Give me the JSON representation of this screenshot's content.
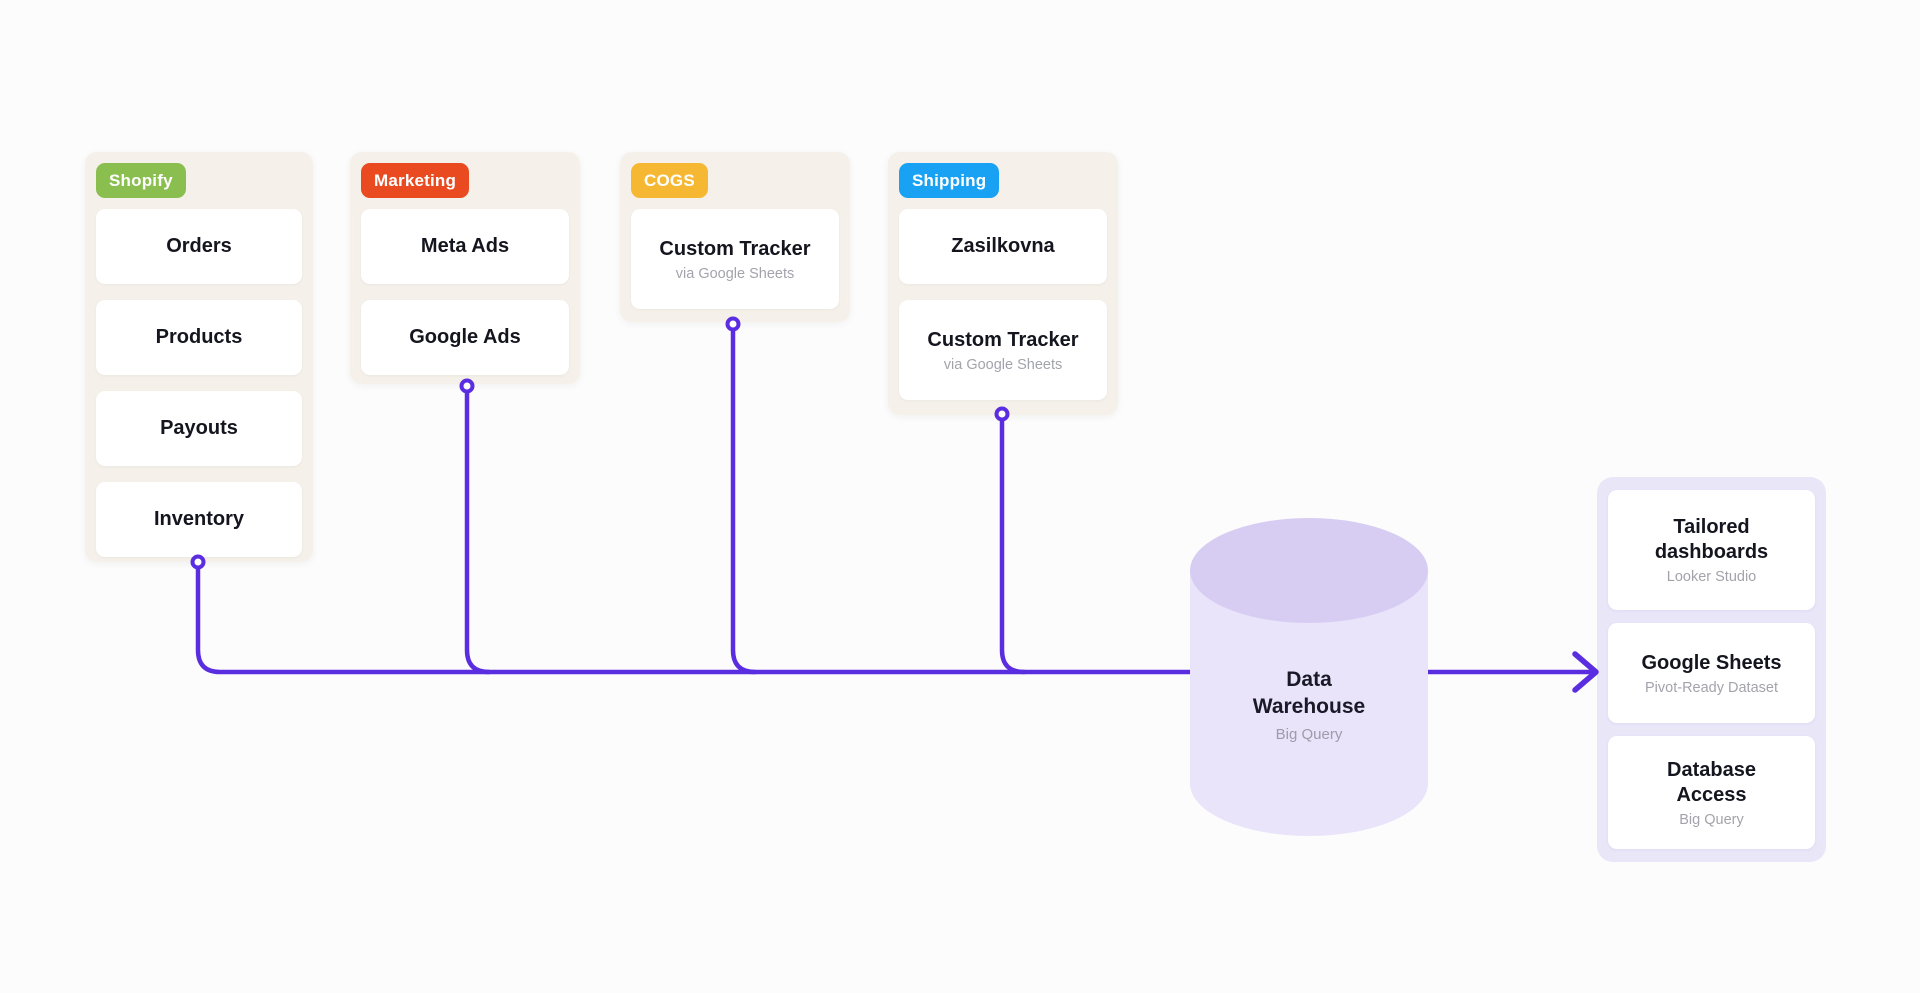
{
  "colors": {
    "accent_purple": "#5a2de0",
    "group_background": "#f5f1ea",
    "panel_background": "#e9e6f8",
    "cylinder_body": "#e9e4fa",
    "cylinder_top": "#d7cdf3",
    "shopify_badge": "#8abf4f",
    "marketing_badge": "#e94a20",
    "cogs_badge": "#f6b733",
    "shipping_badge": "#19a2f3"
  },
  "sources": [
    {
      "badge": "Shopify",
      "badge_color": "#8abf4f",
      "items": [
        {
          "label": "Orders"
        },
        {
          "label": "Products"
        },
        {
          "label": "Payouts"
        },
        {
          "label": "Inventory"
        }
      ]
    },
    {
      "badge": "Marketing",
      "badge_color": "#e94a20",
      "items": [
        {
          "label": "Meta Ads"
        },
        {
          "label": "Google Ads"
        }
      ]
    },
    {
      "badge": "COGS",
      "badge_color": "#f6b733",
      "items": [
        {
          "label": "Custom Tracker",
          "sublabel": "via Google Sheets"
        }
      ]
    },
    {
      "badge": "Shipping",
      "badge_color": "#19a2f3",
      "items": [
        {
          "label": "Zasilkovna"
        },
        {
          "label": "Custom Tracker",
          "sublabel": "via Google Sheets"
        }
      ]
    }
  ],
  "warehouse": {
    "title": "Data Warehouse",
    "subtitle": "Big Query"
  },
  "outputs": {
    "items": [
      {
        "label": "Tailored dashboards",
        "sublabel": "Looker Studio"
      },
      {
        "label": "Google Sheets",
        "sublabel": "Pivot-Ready Dataset"
      },
      {
        "label": "Database Access",
        "sublabel": "Big Query"
      }
    ]
  }
}
